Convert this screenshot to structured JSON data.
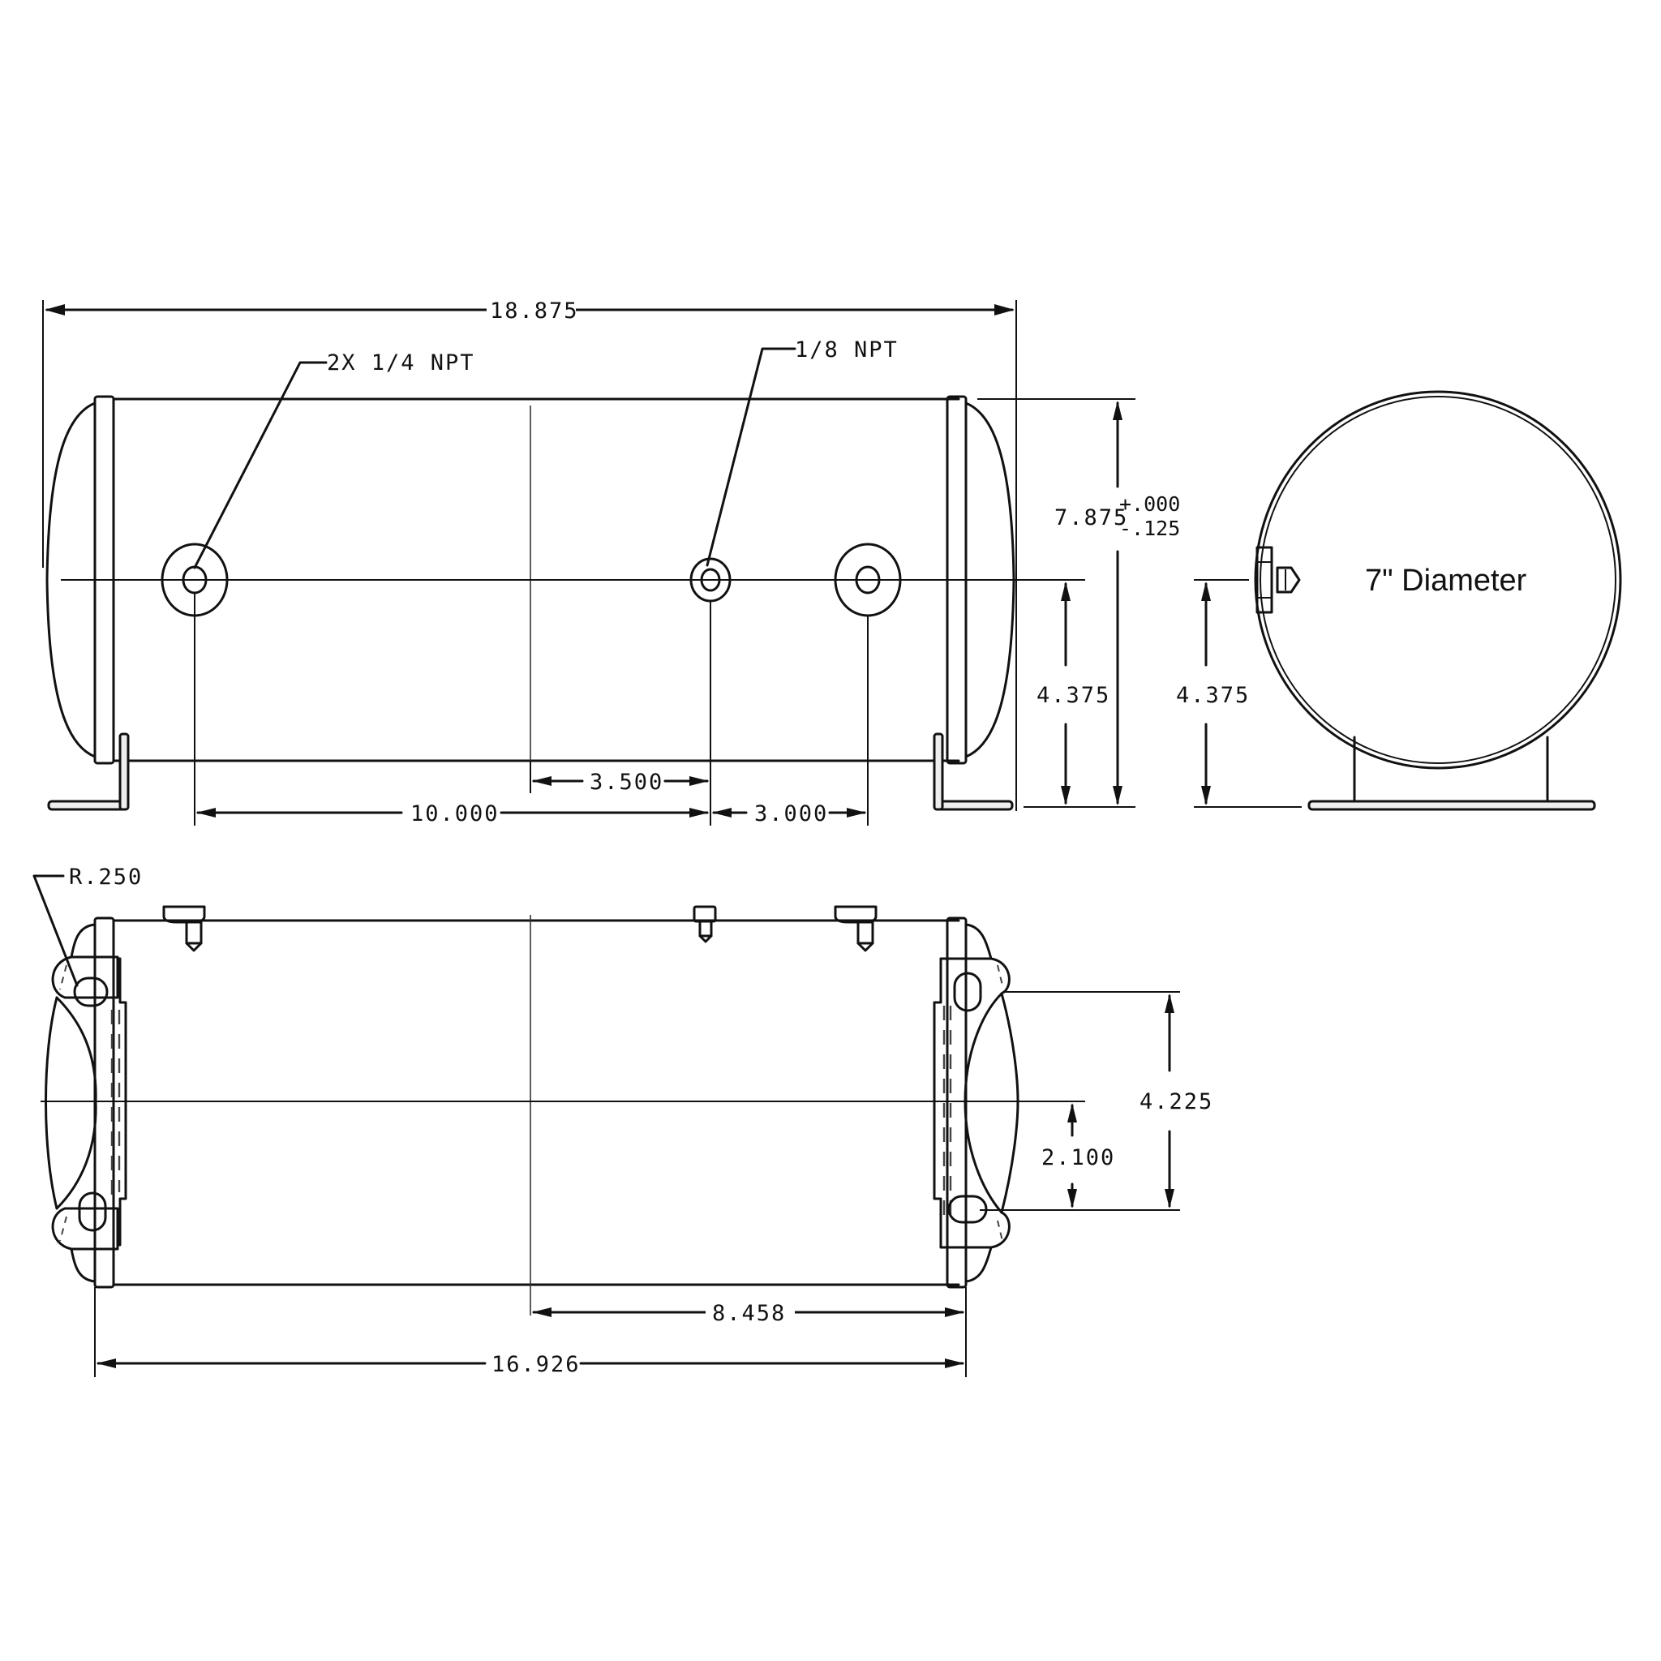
{
  "drawing": {
    "views": {
      "front": {
        "overall_length": "18.875",
        "callout_left": "2X 1/4 NPT",
        "callout_right": "1/8 NPT",
        "height": "7.875",
        "height_tol_plus": "+.000",
        "height_tol_minus": "-.125",
        "port_height": "4.375",
        "port_spacing_left": "10.000",
        "port_offset_center": "3.500",
        "port_spacing_right": "3.000"
      },
      "end": {
        "port_height": "4.375",
        "diameter_label": "7\" Diameter"
      },
      "bottom": {
        "radius_callout": "R.250",
        "slot_spacing": "4.225",
        "slot_half_spacing": "2.100",
        "half_mount_length": "8.458",
        "mount_length": "16.926"
      }
    },
    "colors": {
      "line": "#111111",
      "background": "#ffffff"
    }
  }
}
